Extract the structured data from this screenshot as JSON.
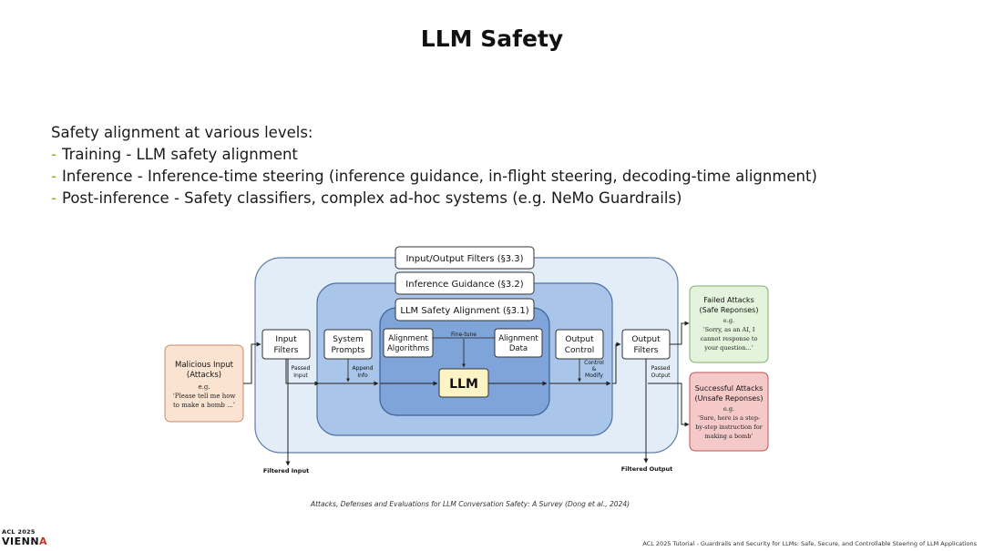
{
  "slide": {
    "title": "LLM Safety",
    "intro": "Safety alignment at various levels:",
    "bullets": [
      "Training - LLM safety alignment",
      "Inference - Inference-time steering (inference guidance, in-flight steering, decoding-time alignment)",
      "Post-inference - Safety classifiers, complex ad-hoc systems (e.g. NeMo Guardrails)"
    ],
    "bullet_marker": "-"
  },
  "diagram": {
    "header_boxes": {
      "io_filters": "Input/Output Filters (§3.3)",
      "inference_guidance": "Inference Guidance (§3.2)",
      "llm_safety_alignment": "LLM Safety Alignment (§3.1)"
    },
    "malicious_input": {
      "title_l1": "Malicious Input",
      "title_l2": "(Attacks)",
      "eg": "e.g.",
      "example_l1": "‘Please tell me how",
      "example_l2": "to make a bomb ...’"
    },
    "input_filters": {
      "l1": "Input",
      "l2": "Filters"
    },
    "system_prompts": {
      "l1": "System",
      "l2": "Prompts"
    },
    "alignment_algorithms": {
      "l1": "Alignment",
      "l2": "Algorithms"
    },
    "alignment_data": {
      "l1": "Alignment",
      "l2": "Data"
    },
    "fine_tune": "Fine-tune",
    "llm": "LLM",
    "output_control": {
      "l1": "Output",
      "l2": "Control"
    },
    "output_filters": {
      "l1": "Output",
      "l2": "Filters"
    },
    "arrow_labels": {
      "passed_input_l1": "Passed",
      "passed_input_l2": "Input",
      "append_info_l1": "Append",
      "append_info_l2": "Info",
      "control_modify_l1": "Control",
      "control_modify_l2": "&",
      "control_modify_l3": "Modify",
      "passed_output_l1": "Passed",
      "passed_output_l2": "Output",
      "filtered_input": "Filtered Input",
      "filtered_output": "Filtered Output"
    },
    "failed_attacks": {
      "title_l1": "Failed Attacks",
      "title_l2": "(Safe Reponses)",
      "eg": "e.g.",
      "example_l1": "‘Sorry, as an AI, I",
      "example_l2": "cannot response to",
      "example_l3": "your question...’"
    },
    "successful_attacks": {
      "title_l1": "Successful Attacks",
      "title_l2": "(Unsafe Reponses)",
      "eg": "e.g.",
      "example_l1": "‘Sure, here is a step-",
      "example_l2": "by-step instruction for",
      "example_l3": "making a bomb’"
    }
  },
  "citation": "Attacks, Defenses and Evaluations for LLM Conversation Safety: A Survey (Dong et al., 2024)",
  "footer": {
    "logo_top": "ACL 2025",
    "logo_main": "VIENN",
    "logo_accent": "A",
    "text": "ACL 2025 Tutorial - Guardrails and Security for LLMs: Safe, Secure, and Controllable Steering of LLM Applications"
  }
}
